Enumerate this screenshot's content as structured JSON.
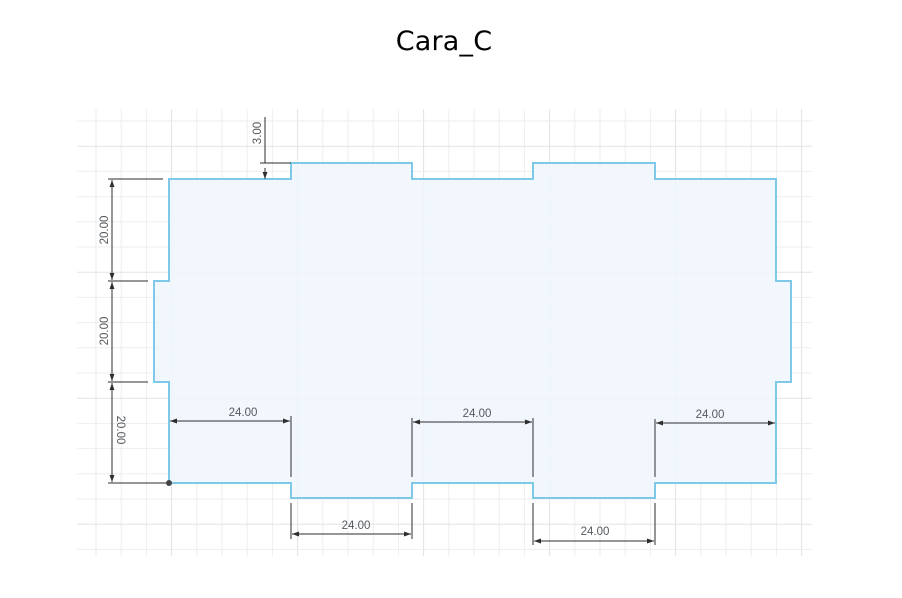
{
  "title": "Cara_C",
  "colors": {
    "outline": "#7ec8e8",
    "fill": "#eef6fb",
    "grid_minor": "#eeeeee",
    "grid_major": "#e0e3e6",
    "dimension": "#2e2e2e",
    "dimension_text": "#555a5e",
    "origin_point": "#444444"
  },
  "dimensions": {
    "tab_height": "3.00",
    "left_segment_top": "20.00",
    "left_segment_middle": "20.00",
    "left_segment_bottom": "20.00",
    "top_gap_1": "24.00",
    "top_gap_2": "24.00",
    "top_gap_3": "24.00",
    "bottom_tab_1": "24.00",
    "bottom_tab_2": "24.00"
  }
}
